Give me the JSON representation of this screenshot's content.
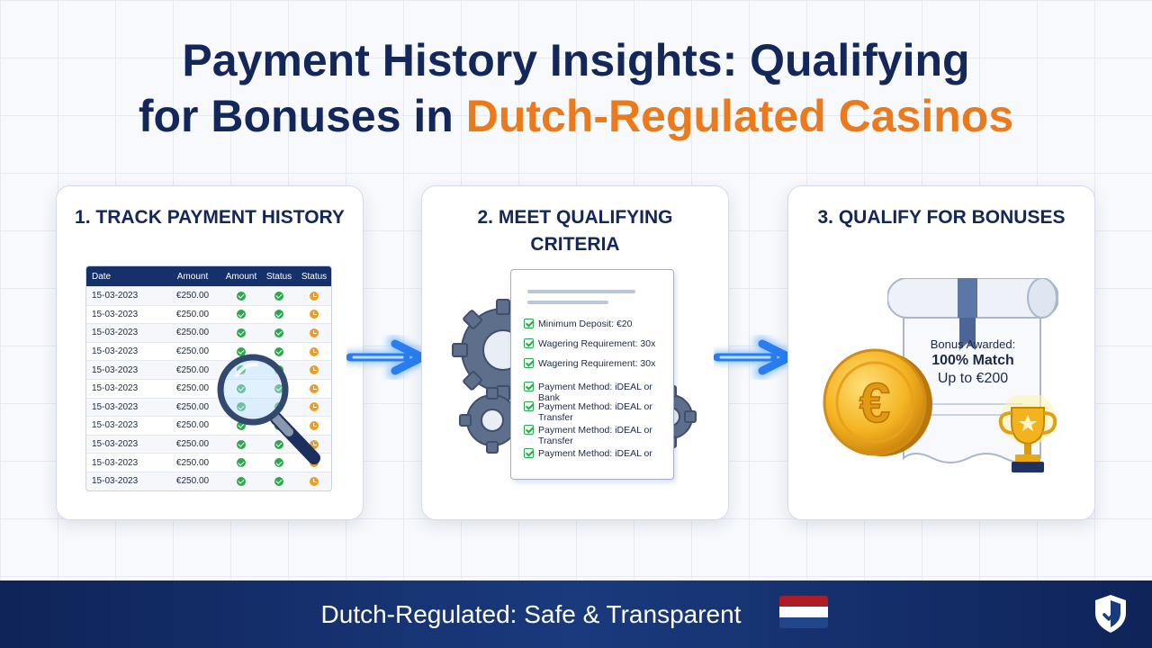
{
  "header": {
    "title_line1": "Payment History Insights: Qualifying",
    "title_line2_prefix": "for Bonuses in ",
    "title_line2_accent": "Dutch-Regulated Casinos"
  },
  "colors": {
    "navy": "#14275a",
    "accent_orange": "#ea7a1c",
    "success_green": "#2aa84a",
    "pending_orange": "#f09a24",
    "arrow_blue": "#2a7df0"
  },
  "steps": [
    {
      "title": "1. TRACK PAYMENT HISTORY",
      "table": {
        "headers": [
          "Date",
          "Amount",
          "Amount",
          "Status",
          "Status"
        ],
        "rows": [
          {
            "date": "15-03-2023",
            "amount": "€250.00",
            "s1": "check",
            "s2": "check",
            "s3": "pending"
          },
          {
            "date": "15-03-2023",
            "amount": "€250.00",
            "s1": "check",
            "s2": "check",
            "s3": "pending"
          },
          {
            "date": "15-03-2023",
            "amount": "€250.00",
            "s1": "check",
            "s2": "check",
            "s3": "pending"
          },
          {
            "date": "15-03-2023",
            "amount": "€250.00",
            "s1": "check",
            "s2": "check",
            "s3": "pending"
          },
          {
            "date": "15-03-2023",
            "amount": "€250.00",
            "s1": "check",
            "s2": "check",
            "s3": "pending"
          },
          {
            "date": "15-03-2023",
            "amount": "€250.00",
            "s1": "check",
            "s2": "check",
            "s3": "pending"
          },
          {
            "date": "15-03-2023",
            "amount": "€250.00",
            "s1": "check",
            "s2": "check",
            "s3": "pending"
          },
          {
            "date": "15-03-2023",
            "amount": "€250.00",
            "s1": "check",
            "s2": "check",
            "s3": "pending"
          },
          {
            "date": "15-03-2023",
            "amount": "€250.00",
            "s1": "check",
            "s2": "check",
            "s3": "pending"
          },
          {
            "date": "15-03-2023",
            "amount": "€250.00",
            "s1": "check",
            "s2": "check",
            "s3": "pending"
          },
          {
            "date": "15-03-2023",
            "amount": "€250.00",
            "s1": "check",
            "s2": "check",
            "s3": "pending"
          }
        ]
      },
      "icon": "magnifying-glass-icon"
    },
    {
      "title_line1": "2. MEET QUALIFYING",
      "title_line2": "CRITERIA",
      "criteria": [
        "Minimum Deposit: €20",
        "Wagering Requirement: 30x",
        "Wagering Requirement: 30x",
        "Payment Method: iDEAL or Bank",
        "Payment Method: iDEAL or Transfer",
        "Payment Method: iDEAL or Transfer",
        "Payment Method: iDEAL or"
      ],
      "icon": "gears-icon"
    },
    {
      "title": "3. QUALIFY FOR BONUSES",
      "bonus": {
        "line1": "Bonus Awarded:",
        "line2": "100% Match",
        "line3": "Up to €200"
      },
      "coin_symbol": "€",
      "icons": [
        "certificate-scroll-icon",
        "euro-coin-icon",
        "trophy-icon"
      ]
    }
  ],
  "footer": {
    "text": "Dutch-Regulated: Safe & Transparent",
    "flag_colors": [
      "#ae1c28",
      "#ffffff",
      "#21468b"
    ],
    "icon": "shield-icon"
  }
}
